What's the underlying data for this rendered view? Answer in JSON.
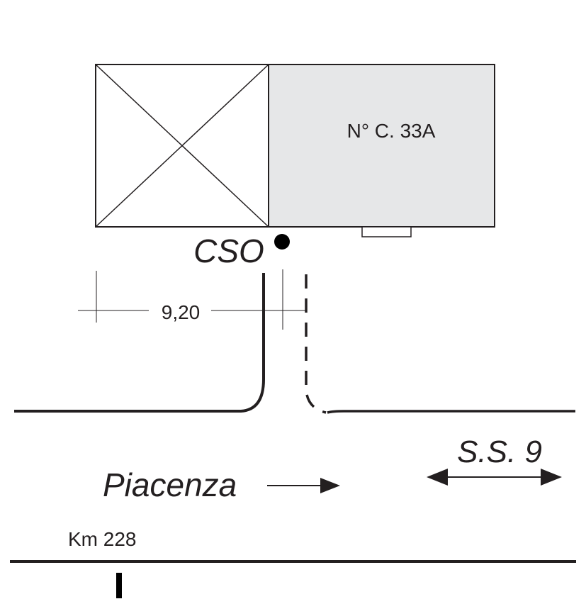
{
  "building": {
    "label": "N° C. 33A"
  },
  "cso": {
    "label": "CSO"
  },
  "dimension": {
    "label": "9,20"
  },
  "road": {
    "direction_label": "Piacenza",
    "name": "S.S. 9",
    "km_label": "Km 228"
  },
  "colors": {
    "building_fill": "#e6e7e8",
    "stroke": "#231f20"
  }
}
